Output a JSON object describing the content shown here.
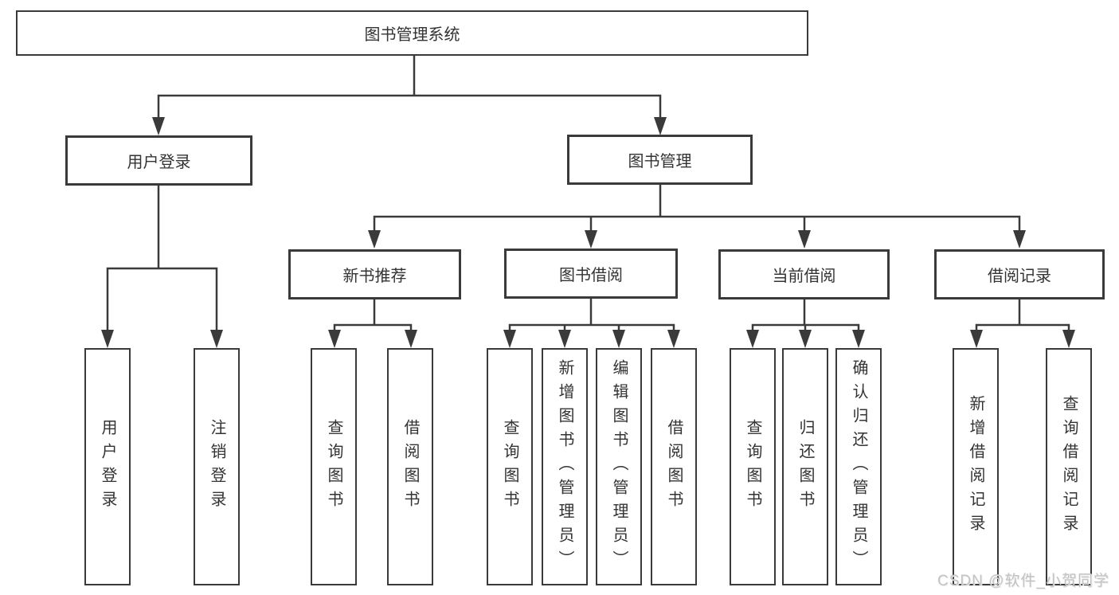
{
  "diagram": {
    "root": {
      "label": "图书管理系统"
    },
    "branches": [
      {
        "label": "用户登录",
        "children": [
          {
            "label": "用户登录"
          },
          {
            "label": "注销登录"
          }
        ]
      },
      {
        "label": "图书管理",
        "children": [
          {
            "label": "新书推荐",
            "children": [
              {
                "label": "查询图书"
              },
              {
                "label": "借阅图书"
              }
            ]
          },
          {
            "label": "图书借阅",
            "children": [
              {
                "label": "查询图书"
              },
              {
                "label": "新增图书（管理员）"
              },
              {
                "label": "编辑图书（管理员）"
              },
              {
                "label": "借阅图书"
              }
            ]
          },
          {
            "label": "当前借阅",
            "children": [
              {
                "label": "查询图书"
              },
              {
                "label": "归还图书"
              },
              {
                "label": "确认归还（管理员）"
              }
            ]
          },
          {
            "label": "借阅记录",
            "children": [
              {
                "label": "新增借阅记录"
              },
              {
                "label": "查询借阅记录"
              }
            ]
          }
        ]
      }
    ],
    "watermark": "CSDN @软件_小贺同学",
    "colors": {
      "line": "#3a3a3a",
      "text": "#333333",
      "watermark": "#c3c3c3",
      "background": "#ffffff"
    }
  }
}
